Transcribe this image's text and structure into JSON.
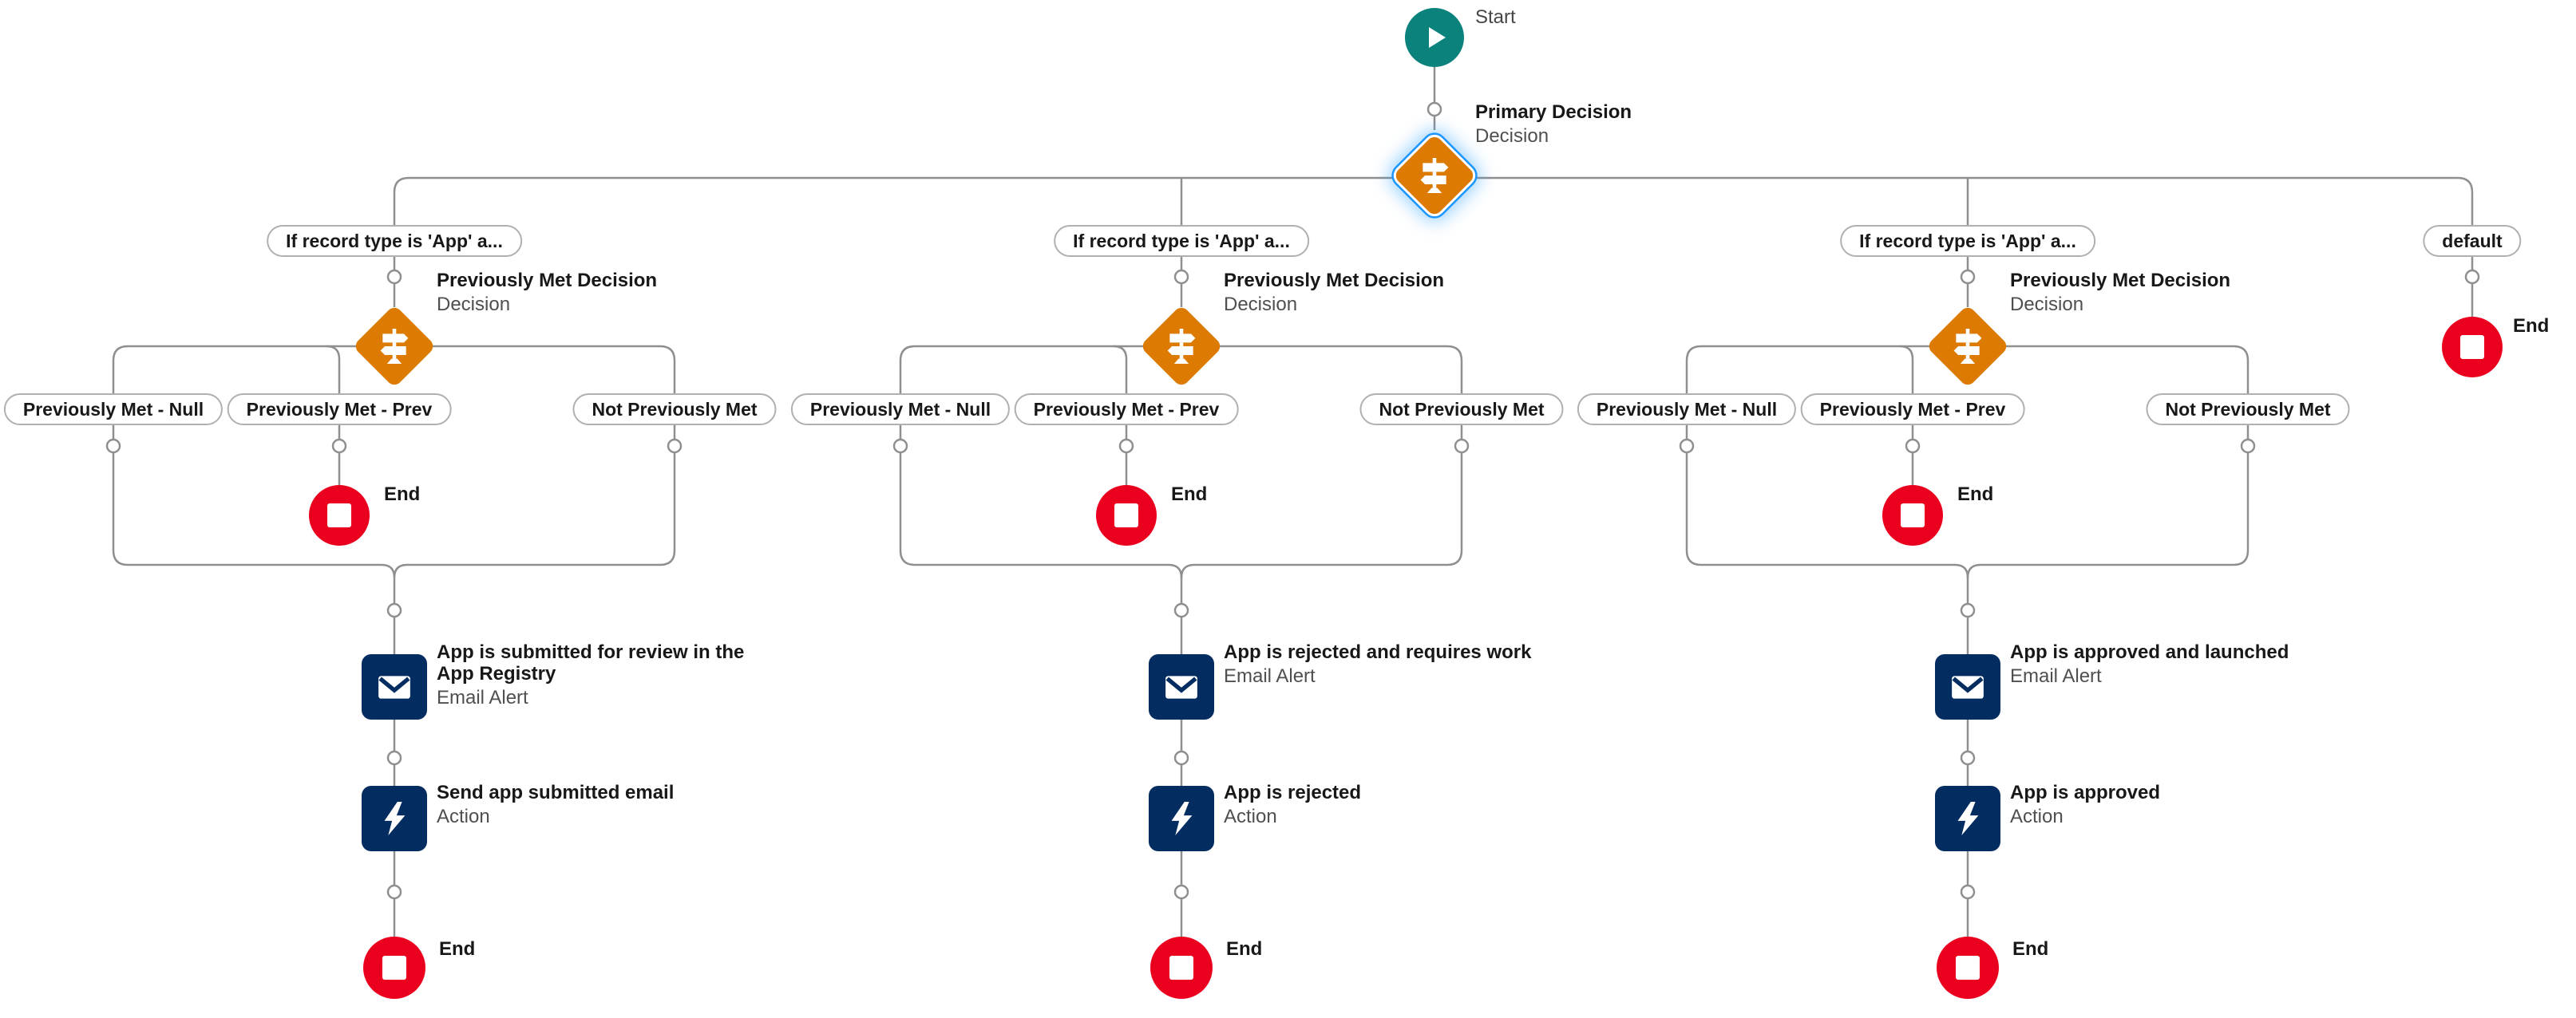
{
  "colors": {
    "decision_orange": "#dd7a01",
    "node_navy": "#032d60",
    "start_teal": "#0b827c",
    "end_red": "#ea001e",
    "selection_blue": "#1b96ff",
    "connector_gray": "#8f8f8f"
  },
  "start": {
    "label": "Start"
  },
  "primary_decision": {
    "title": "Primary Decision",
    "subtitle": "Decision"
  },
  "pills": {
    "branch": "If record type is 'App' a...",
    "default": "default"
  },
  "common": {
    "end": "End",
    "decision": "Decision",
    "email_alert": "Email Alert",
    "action": "Action"
  },
  "branches": [
    {
      "decision_title": "Previously Met Decision",
      "outcomes": [
        "Previously Met - Null",
        "Previously Met - Prev",
        "Not Previously Met"
      ],
      "email_title": "App is submitted for review in the App Registry",
      "action_title": "Send app submitted email"
    },
    {
      "decision_title": "Previously Met Decision",
      "outcomes": [
        "Previously Met - Null",
        "Previously Met - Prev",
        "Not Previously Met"
      ],
      "email_title": "App is rejected and requires work",
      "action_title": "App is rejected"
    },
    {
      "decision_title": "Previously Met Decision",
      "outcomes": [
        "Previously Met - Null",
        "Previously Met - Prev",
        "Not Previously Met"
      ],
      "email_title": "App is approved and launched",
      "action_title": "App is approved"
    }
  ]
}
